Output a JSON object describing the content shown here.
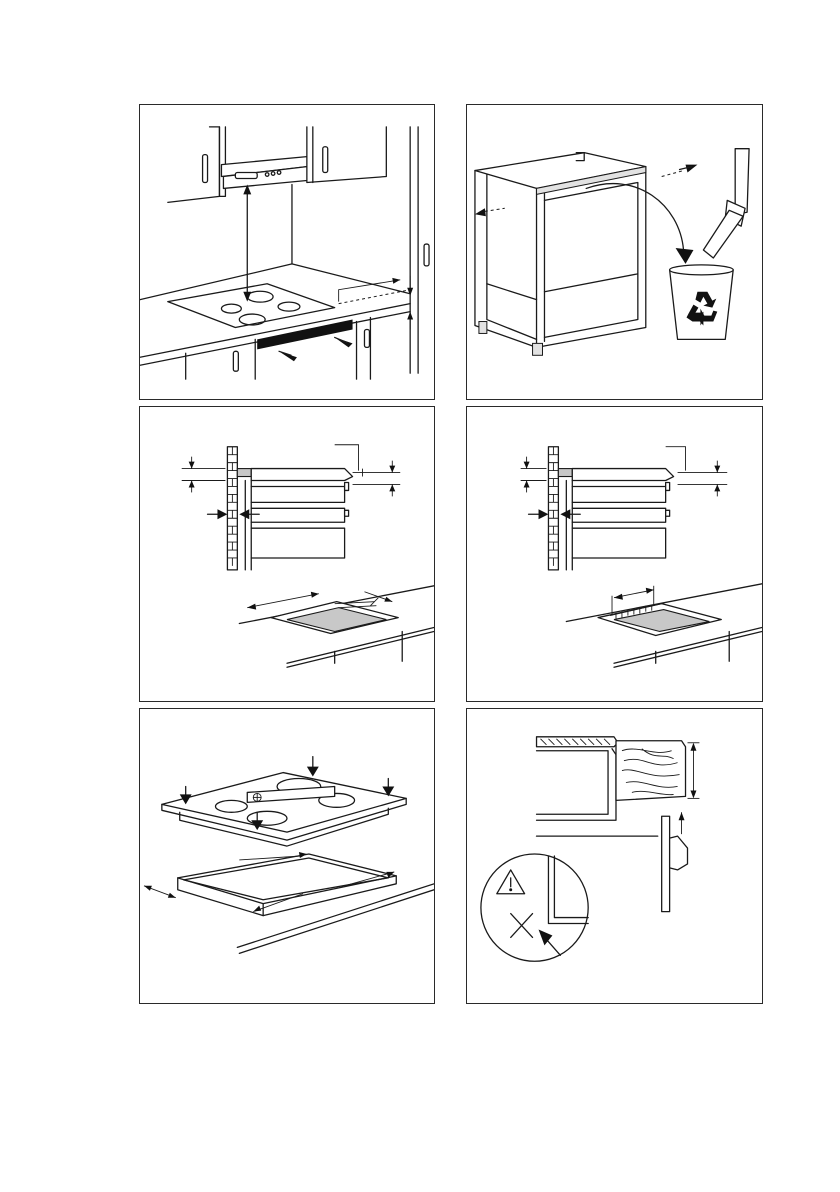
{
  "figures": [
    {
      "id": "hood-clearance",
      "caption": ""
    },
    {
      "id": "cabinet-recycle",
      "caption": ""
    },
    {
      "id": "wall-distance-overlay",
      "caption": ""
    },
    {
      "id": "wall-distance-flush",
      "caption": ""
    },
    {
      "id": "seal-placement",
      "caption": ""
    },
    {
      "id": "worktop-thickness-warning",
      "caption": ""
    }
  ],
  "icons": {
    "recycle": "recycle-icon",
    "warning": "warning-triangle-icon",
    "forbidden": "cross-icon",
    "snowflake": "snowflake-icon"
  },
  "colors": {
    "line": "#1a1a1a",
    "shade": "#c8c8c8",
    "background": "#ffffff"
  }
}
